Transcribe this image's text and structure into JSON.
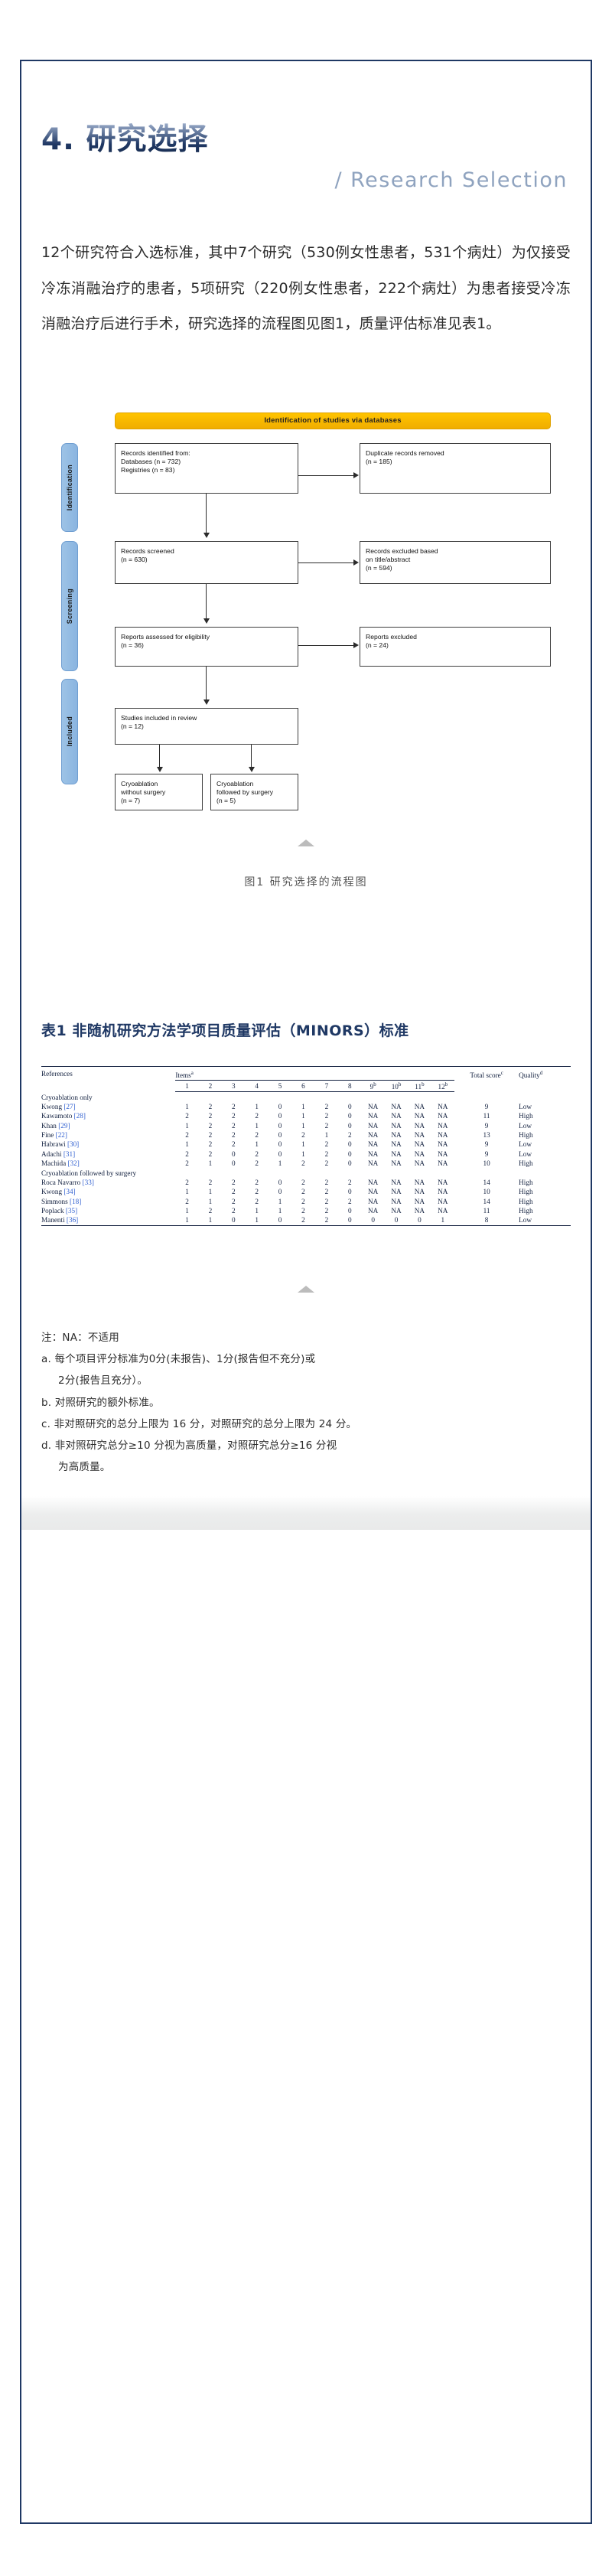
{
  "heading": {
    "cn": "4. 研究选择",
    "en": "/ Research Selection"
  },
  "body": {
    "paragraph": "12个研究符合入选标准，其中7个研究（530例女性患者，531个病灶）为仅接受冷冻消融治疗的患者，5项研究（220例女性患者，222个病灶）为患者接受冷冻消融治疗后进行手术，研究选择的流程图见图1，质量评估标准见表1。"
  },
  "figure": {
    "banner": "Identification of studies via databases",
    "stages": [
      {
        "label": "Identification"
      },
      {
        "label": "Screening"
      },
      {
        "label": "Included"
      }
    ],
    "boxes": {
      "records_identified": "Records identified from:\n   Databases (n = 732)\n   Registries (n = 83)",
      "duplicates_removed": "Duplicate records removed\n(n = 185)",
      "records_screened": "Records screened\n(n = 630)",
      "records_excluded": "Records excluded based\non title/abstract\n(n = 594)",
      "reports_assessed": "Reports assessed for eligibility\n(n = 36)",
      "reports_excluded": "Reports excluded\n(n = 24)",
      "studies_included": "Studies included in review\n(n = 12)",
      "cryo_without_surgery": "Cryoablation\nwithout surgery\n(n = 7)",
      "cryo_followed_surgery": "Cryoablation\nfollowed by surgery\n(n = 5)"
    },
    "caption": "图1 研究选择的流程图"
  },
  "table": {
    "title": "表1 非随机研究方法学项目质量评估（MINORS）标准",
    "headers": {
      "references": "References",
      "items": "Items",
      "items_sup": "a",
      "item_numbers": [
        "1",
        "2",
        "3",
        "4",
        "5",
        "6",
        "7",
        "8",
        "9",
        "10",
        "11",
        "12"
      ],
      "item_sups": [
        "",
        "",
        "",
        "",
        "",
        "",
        "",
        "",
        "b",
        "b",
        "b",
        "b"
      ],
      "total_score": "Total score",
      "total_score_sup": "c",
      "quality": "Quality",
      "quality_sup": "d"
    },
    "groups": [
      {
        "name": "Cryoablation only",
        "rows": [
          {
            "ref": "Kwong",
            "cite": "[27]",
            "items": [
              "1",
              "2",
              "2",
              "1",
              "0",
              "1",
              "2",
              "0",
              "NA",
              "NA",
              "NA",
              "NA"
            ],
            "total": "9",
            "quality": "Low"
          },
          {
            "ref": "Kawamoto",
            "cite": "[28]",
            "items": [
              "2",
              "2",
              "2",
              "2",
              "0",
              "1",
              "2",
              "0",
              "NA",
              "NA",
              "NA",
              "NA"
            ],
            "total": "11",
            "quality": "High"
          },
          {
            "ref": "Khan",
            "cite": "[29]",
            "items": [
              "1",
              "2",
              "2",
              "1",
              "0",
              "1",
              "2",
              "0",
              "NA",
              "NA",
              "NA",
              "NA"
            ],
            "total": "9",
            "quality": "Low"
          },
          {
            "ref": "Fine",
            "cite": "[22]",
            "items": [
              "2",
              "2",
              "2",
              "2",
              "0",
              "2",
              "1",
              "2",
              "NA",
              "NA",
              "NA",
              "NA"
            ],
            "total": "13",
            "quality": "High"
          },
          {
            "ref": "Habrawi",
            "cite": "[30]",
            "items": [
              "1",
              "2",
              "2",
              "1",
              "0",
              "1",
              "2",
              "0",
              "NA",
              "NA",
              "NA",
              "NA"
            ],
            "total": "9",
            "quality": "Low"
          },
          {
            "ref": "Adachi",
            "cite": "[31]",
            "items": [
              "2",
              "2",
              "0",
              "2",
              "0",
              "1",
              "2",
              "0",
              "NA",
              "NA",
              "NA",
              "NA"
            ],
            "total": "9",
            "quality": "Low"
          },
          {
            "ref": "Machida",
            "cite": "[32]",
            "items": [
              "2",
              "1",
              "0",
              "2",
              "1",
              "2",
              "2",
              "0",
              "NA",
              "NA",
              "NA",
              "NA"
            ],
            "total": "10",
            "quality": "High"
          }
        ]
      },
      {
        "name": "Cryoablation followed by surgery",
        "rows": [
          {
            "ref": "Roca Navarro",
            "cite": "[33]",
            "items": [
              "2",
              "2",
              "2",
              "2",
              "0",
              "2",
              "2",
              "2",
              "NA",
              "NA",
              "NA",
              "NA"
            ],
            "total": "14",
            "quality": "High"
          },
          {
            "ref": "Kwong",
            "cite": "[34]",
            "items": [
              "1",
              "1",
              "2",
              "2",
              "0",
              "2",
              "2",
              "0",
              "NA",
              "NA",
              "NA",
              "NA"
            ],
            "total": "10",
            "quality": "High"
          },
          {
            "ref": "Simmons",
            "cite": "[18]",
            "items": [
              "2",
              "1",
              "2",
              "2",
              "1",
              "2",
              "2",
              "2",
              "NA",
              "NA",
              "NA",
              "NA"
            ],
            "total": "14",
            "quality": "High"
          },
          {
            "ref": "Poplack",
            "cite": "[35]",
            "items": [
              "1",
              "2",
              "2",
              "1",
              "1",
              "2",
              "2",
              "0",
              "NA",
              "NA",
              "NA",
              "NA"
            ],
            "total": "11",
            "quality": "High"
          },
          {
            "ref": "Manenti",
            "cite": "[36]",
            "items": [
              "1",
              "1",
              "0",
              "1",
              "0",
              "2",
              "2",
              "0",
              "0",
              "0",
              "0",
              "1"
            ],
            "total": "8",
            "quality": "Low"
          }
        ]
      }
    ]
  },
  "notes": {
    "line0": "注：NA：不适用",
    "line1": "a. 每个项目评分标准为0分(未报告)、1分(报告但不充分)或",
    "line1b": "2分(报告且充分）。",
    "line2": "b. 对照研究的额外标准。",
    "line3": "c. 非对照研究的总分上限为 16 分，对照研究的总分上限为 24 分。",
    "line4": "d. 非对照研究总分≥10 分视为高质量，对照研究总分≥16 分视",
    "line4b": "为高质量。"
  }
}
